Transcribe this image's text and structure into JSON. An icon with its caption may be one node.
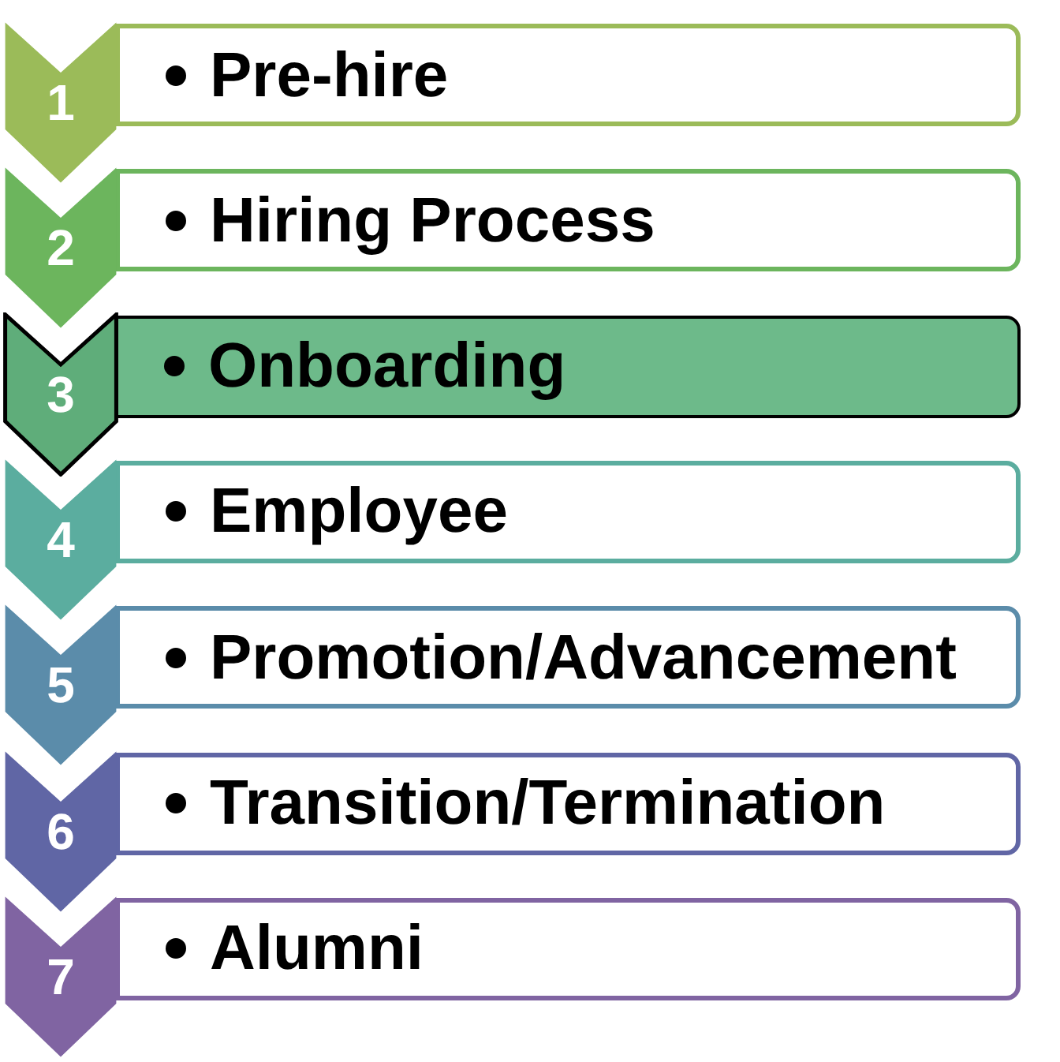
{
  "diagram": {
    "nodes": [
      {
        "text": [
          "1"
        ]
      },
      {
        "text": [
          "Pre-hire"
        ]
      },
      {
        "text": [
          "2"
        ]
      },
      {
        "text": [
          "Hiring Process"
        ]
      },
      {
        "text": [
          "3"
        ]
      },
      {
        "text": [
          "Onboarding"
        ]
      },
      {
        "text": [
          "4"
        ]
      },
      {
        "text": [
          "Employee"
        ]
      },
      {
        "text": [
          "5"
        ]
      },
      {
        "text": [
          "Promotion/Advancement"
        ]
      },
      {
        "text": [
          "6"
        ]
      },
      {
        "text": [
          "Transition/Termination"
        ]
      },
      {
        "text": [
          "7"
        ]
      },
      {
        "text": [
          "Alumni"
        ]
      }
    ]
  }
}
